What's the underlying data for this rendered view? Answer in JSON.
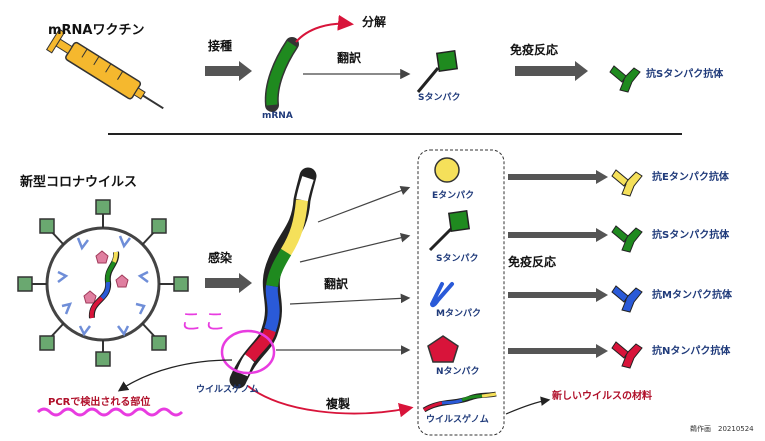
{
  "top": {
    "title": "mRNAワクチン",
    "inoculation": "接種",
    "degradation": "分解",
    "mrna": "mRNA",
    "translation": "翻訳",
    "s_protein": "Sタンパク",
    "immune_response": "免疫反応",
    "anti_s": "抗Sタンパク抗体"
  },
  "bottom": {
    "title": "新型コロナウイルス",
    "infection": "感染",
    "translation": "翻訳",
    "immune_response": "免疫反応",
    "here": "ここ",
    "genome": "ウイルスゲノム",
    "pcr": "PCRで検出される部位",
    "replication": "複製",
    "new_material": "新しいウイルスの材料",
    "proteins": [
      "Eタンパク",
      "Sタンパク",
      "Mタンパク",
      "Nタンパク"
    ],
    "antibodies": [
      "抗Eタンパク抗体",
      "抗Sタンパク抗体",
      "抗Mタンパク抗体",
      "抗Nタンパク抗体"
    ],
    "box_genome": "ウイルスゲノム"
  },
  "credit": "鵜作画　20210524",
  "colors": {
    "green": "#1f8a1f",
    "yellow": "#f5e05a",
    "blue": "#2a5ad8",
    "red": "#d8143a",
    "magenta": "#e83ce0",
    "gray_arrow": "#555555"
  }
}
